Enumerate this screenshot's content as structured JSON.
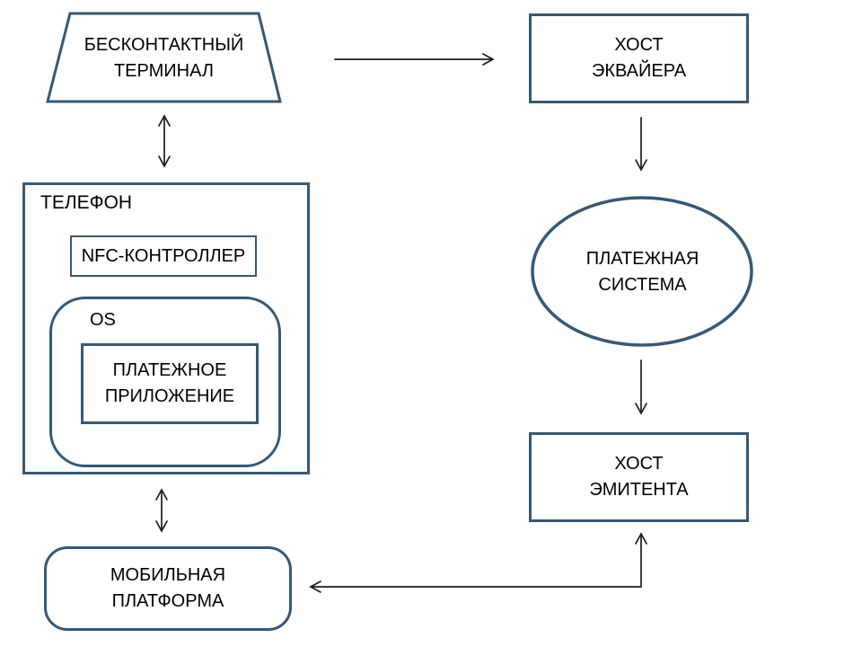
{
  "colors": {
    "shape_border": "#355977",
    "arrow": "#1c1c1c",
    "text": "#000000",
    "background": "#ffffff"
  },
  "nodes": {
    "terminal": {
      "label": "БЕСКОНТАКТНЫЙ\nТЕРМИНАЛ",
      "shape": "trapezoid"
    },
    "acquirer_host": {
      "label": "ХОСТ\nЭКВАЙЕРА",
      "shape": "rectangle"
    },
    "payment_system": {
      "label": "ПЛАТЕЖНАЯ\nСИСТЕМА",
      "shape": "ellipse"
    },
    "issuer_host": {
      "label": "ХОСТ\nЭМИТЕНТА",
      "shape": "rectangle"
    },
    "phone": {
      "label": "ТЕЛЕФОН",
      "shape": "rectangle"
    },
    "nfc_controller": {
      "label": "NFC-КОНТРОЛЛЕР",
      "shape": "rectangle"
    },
    "os": {
      "label": "OS",
      "shape": "rounded-rectangle"
    },
    "payment_app": {
      "label": "ПЛАТЕЖНОЕ\nПРИЛОЖЕНИЕ",
      "shape": "rectangle"
    },
    "mobile_platform": {
      "label": "МОБИЛЬНАЯ\nПЛАТФОРМА",
      "shape": "rounded-rectangle"
    }
  },
  "connections": [
    {
      "from": "terminal",
      "to": "acquirer_host",
      "direction": "one-way"
    },
    {
      "from": "acquirer_host",
      "to": "payment_system",
      "direction": "one-way"
    },
    {
      "from": "payment_system",
      "to": "issuer_host",
      "direction": "one-way"
    },
    {
      "from": "issuer_host",
      "to": "mobile_platform",
      "direction": "two-way-elbow"
    },
    {
      "from": "terminal",
      "to": "phone",
      "direction": "two-way"
    },
    {
      "from": "phone",
      "to": "mobile_platform",
      "direction": "two-way"
    }
  ]
}
